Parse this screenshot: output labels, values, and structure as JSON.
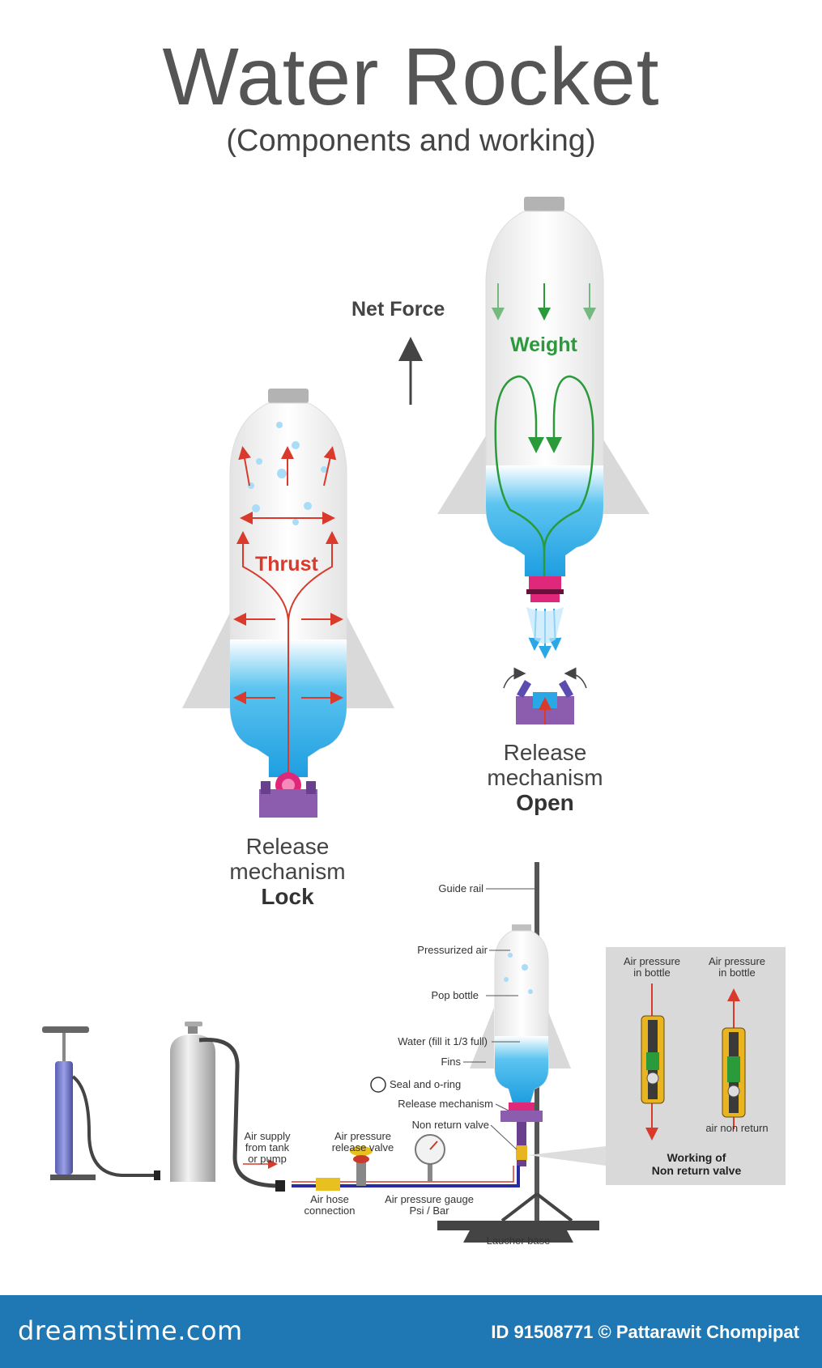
{
  "title": "Water Rocket",
  "subtitle": "(Components and working)",
  "left_rocket": {
    "thrust_label": "Thrust",
    "release_line1": "Release",
    "release_line2": "mechanism",
    "release_state": "Lock"
  },
  "right_rocket": {
    "net_force_label": "Net Force",
    "weight_label": "Weight",
    "release_line1": "Release",
    "release_line2": "mechanism",
    "release_state": "Open"
  },
  "launcher": {
    "guide_rail": "Guide rail",
    "pressurized_air": "Pressurized air",
    "pop_bottle": "Pop bottle",
    "water": "Water (fill it 1/3 full)",
    "fins": "Fins",
    "seal": "Seal and o-ring",
    "release_mechanism": "Release mechanism",
    "non_return_valve": "Non return valve",
    "air_supply_1": "Air supply",
    "air_supply_2": "from tank",
    "air_supply_3": "or pump",
    "release_valve_1": "Air pressure",
    "release_valve_2": "release valve",
    "hose_1": "Air hose",
    "hose_2": "connection",
    "gauge_1": "Air pressure gauge",
    "gauge_2": "Psi / Bar",
    "base": "Laucher base"
  },
  "inset": {
    "left_1": "Air pressure",
    "left_2": "in bottle",
    "right_1": "Air pressure",
    "right_2": "in bottle",
    "air_non_return": "air non return",
    "caption_1": "Working of",
    "caption_2": "Non return valve"
  },
  "footer": {
    "logo": "dreamstime.com",
    "credit": "ID 91508771 © Pattarawit Chompipat"
  },
  "colors": {
    "thrust": "#d93a2b",
    "weight": "#2a9a3a",
    "water": "#2aa8e6",
    "release_body": "#8c5cae",
    "nozzle": "#e0287a",
    "fin": "#d9d9d9",
    "footer": "#1f78b4"
  }
}
